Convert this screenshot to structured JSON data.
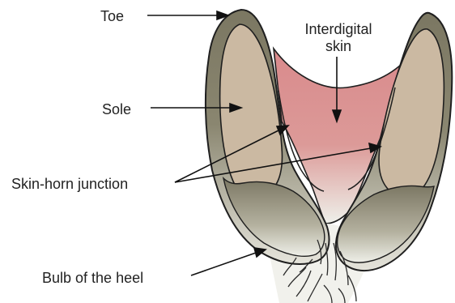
{
  "labels": {
    "toe": "Toe",
    "sole": "Sole",
    "interdigital_line1": "Interdigital",
    "interdigital_line2": "skin",
    "skin_horn_junction": "Skin-horn junction",
    "bulb_of_heel": "Bulb of the heel"
  },
  "colors": {
    "outer_wall": "#7d7a63",
    "sole": "#cdb9a1",
    "interdigital_skin": "#d68a8c",
    "outline": "#1f1f1f"
  }
}
